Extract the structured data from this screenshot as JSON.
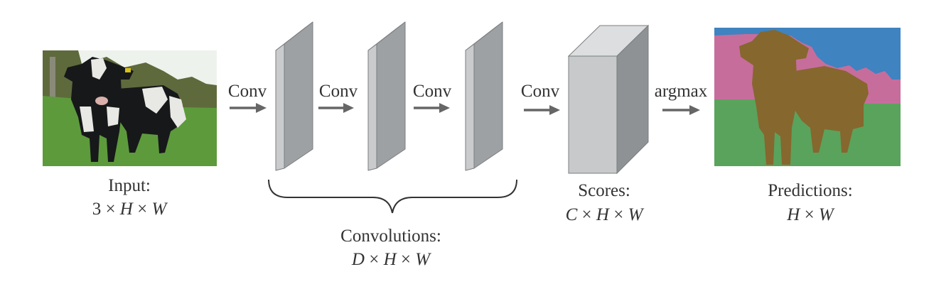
{
  "input": {
    "label": "Input:",
    "dims": "3 × H × W",
    "image": {
      "sky_color": "#eef2ec",
      "trees_color": "#5e6a3c",
      "grass_color": "#5d9a3c",
      "cow_black": "#17181a",
      "cow_white": "#e8e8e4"
    }
  },
  "arrows": [
    {
      "label": "Conv"
    },
    {
      "label": "Conv"
    },
    {
      "label": "Conv"
    },
    {
      "label": "Conv"
    },
    {
      "label": "argmax"
    }
  ],
  "convolutions": {
    "label": "Convolutions:",
    "dims": "D × H × W",
    "layer_count": 3,
    "front_color": "#9ea1a3",
    "side_color": "#c9cbcc",
    "top_color": "#d4d6d7",
    "edge_color": "#7b7e80"
  },
  "scores": {
    "label": "Scores:",
    "dims": "C × H × W",
    "front_color": "#c7c9ca",
    "side_color": "#8f9294",
    "top_color": "#dcdedf"
  },
  "predictions": {
    "label": "Predictions:",
    "dims": "H × W",
    "colors": {
      "sky": "#3f83c0",
      "trees": "#c76d9c",
      "grass": "#5aa35c",
      "cow": "#86672e"
    }
  },
  "arrow_color": "#666666"
}
